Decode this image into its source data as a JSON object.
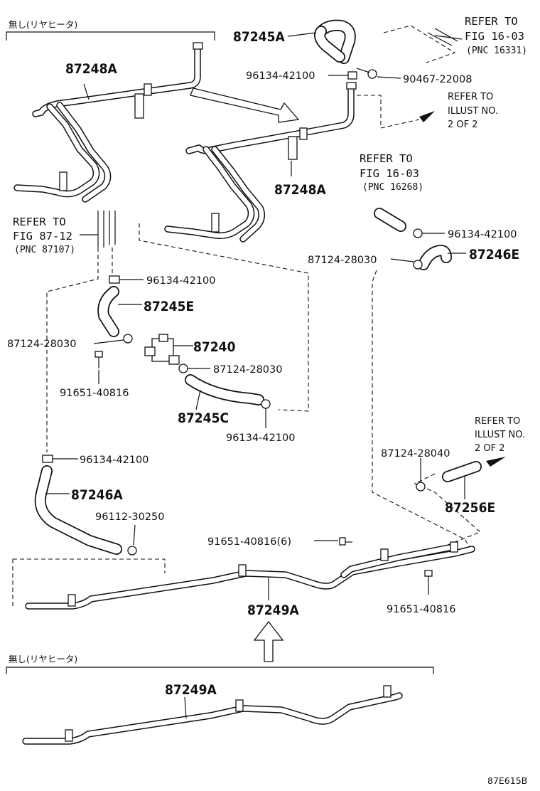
{
  "diagram": {
    "code": "87E615B",
    "labels": {
      "variant_top": "無し(リヤヒータ)",
      "variant_bottom": "無し(リヤヒータ)",
      "p87248A_top": "87248A",
      "p87248A_mid": "87248A",
      "p87245A": "87245A",
      "p96134_a": "96134-42100",
      "p90467": "90467-22008",
      "p96134_b": "96134-42100",
      "p87245E": "87245E",
      "p87124_a": "87124-28030",
      "p87240": "87240",
      "p87124_b": "87124-28030",
      "p91651_a": "91651-40816",
      "p87245C": "87245C",
      "p96134_c": "96134-42100",
      "p96134_d": "96134-42100",
      "p87246A": "87246A",
      "p96112": "96112-30250",
      "p96134_e": "96134-42100",
      "p87124_c": "87124-28030",
      "p87246E": "87246E",
      "p87124_d": "87124-28040",
      "p87256E": "87256E",
      "p91651_b": "91651-40816(6)",
      "p91651_c": "91651-40816",
      "p87249A_mid": "87249A",
      "p87249A_bottom": "87249A"
    },
    "refs": {
      "fig1603_a": [
        "REFER TO",
        "FIG 16-03",
        "(PNC 16331)"
      ],
      "illust_a": [
        "REFER TO",
        "ILLUST NO.",
        "2 OF 2"
      ],
      "fig1603_b": [
        "REFER TO",
        "FIG 16-03",
        "(PNC 16268)"
      ],
      "fig8712": [
        "REFER TO",
        "FIG 87-12",
        "(PNC 87107)"
      ],
      "illust_b": [
        "REFER TO",
        "ILLUST NO.",
        "2 OF 2"
      ]
    }
  }
}
